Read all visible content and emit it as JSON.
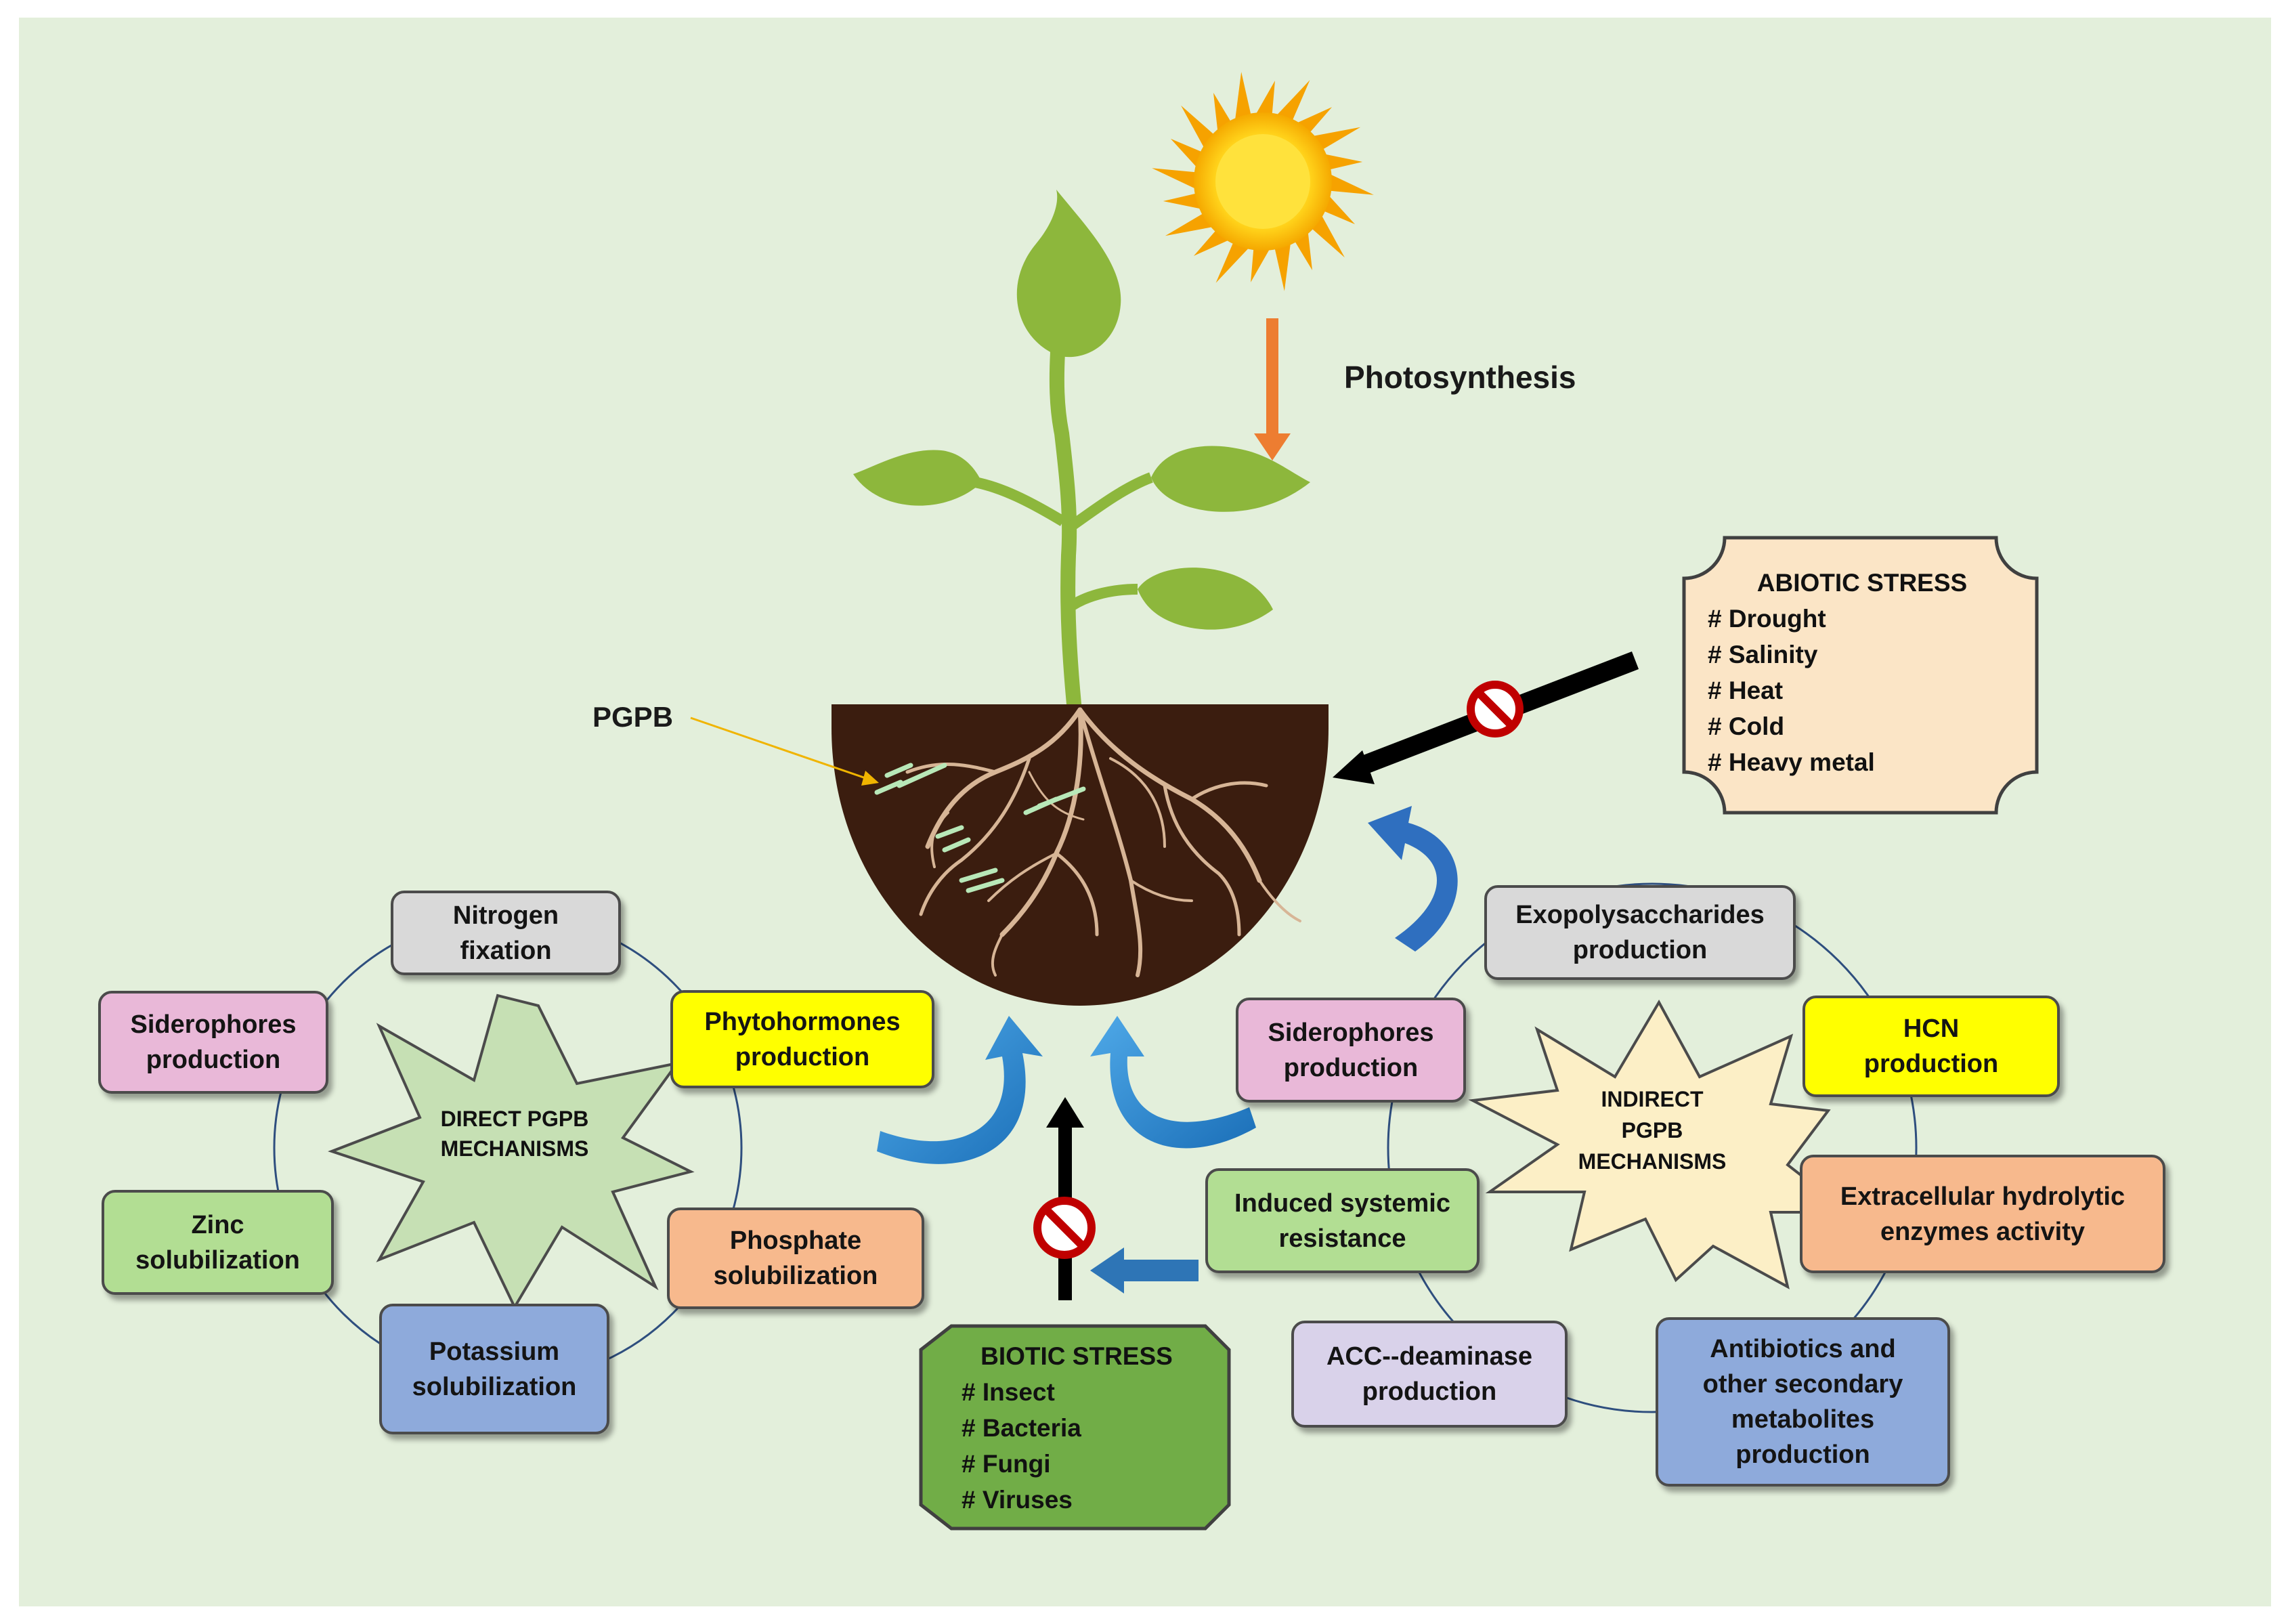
{
  "labels": {
    "photosynthesis": "Photosynthesis",
    "pgpb": "PGPB"
  },
  "abiotic": {
    "title": "ABIOTIC STRESS",
    "items": [
      "# Drought",
      "# Salinity",
      "# Heat",
      "# Cold",
      "# Heavy metal"
    ]
  },
  "biotic": {
    "title": "BIOTIC STRESS",
    "items": [
      "# Insect",
      "# Bacteria",
      "# Fungi",
      "# Viruses"
    ]
  },
  "direct": {
    "center": "DIRECT PGPB\nMECHANISMS",
    "nitrogen": "Nitrogen\nfixation",
    "phytohormones": "Phytohormones\nproduction",
    "phosphate": "Phosphate\nsolubilization",
    "potassium": "Potassium\nsolubilization",
    "zinc": "Zinc\nsolubilization",
    "siderophores": "Siderophores\nproduction"
  },
  "indirect": {
    "center": "INDIRECT\nPGPB\nMECHANISMS",
    "exopoly": "Exopolysaccharides\nproduction",
    "hcn": "HCN\nproduction",
    "hydrolytic": "Extracellular hydrolytic\nenzymes activity",
    "antibiotics": "Antibiotics and\nother secondary\nmetabolites\nproduction",
    "acc": "ACC--deaminase\nproduction",
    "isr": "Induced systemic\nresistance",
    "siderophores": "Siderophores\nproduction"
  },
  "colors": {
    "background": "#e3efdb",
    "grey_box": "#d9d9d9",
    "pink_box": "#e9b8d8",
    "yellow_box": "#ffff00",
    "orange_box": "#f7b98d",
    "blue_box": "#8eaadb",
    "green_box": "#b2de93",
    "lavender_box": "#d9d2ea",
    "abiotic_fill": "#fbe5c6",
    "biotic_fill": "#71ad47",
    "soil": "#3b1d0f",
    "leaf": "#8db73c",
    "sun": "#ffc000",
    "arrow_blue": "#2e75b6",
    "arrow_orange": "#ed7d31"
  }
}
